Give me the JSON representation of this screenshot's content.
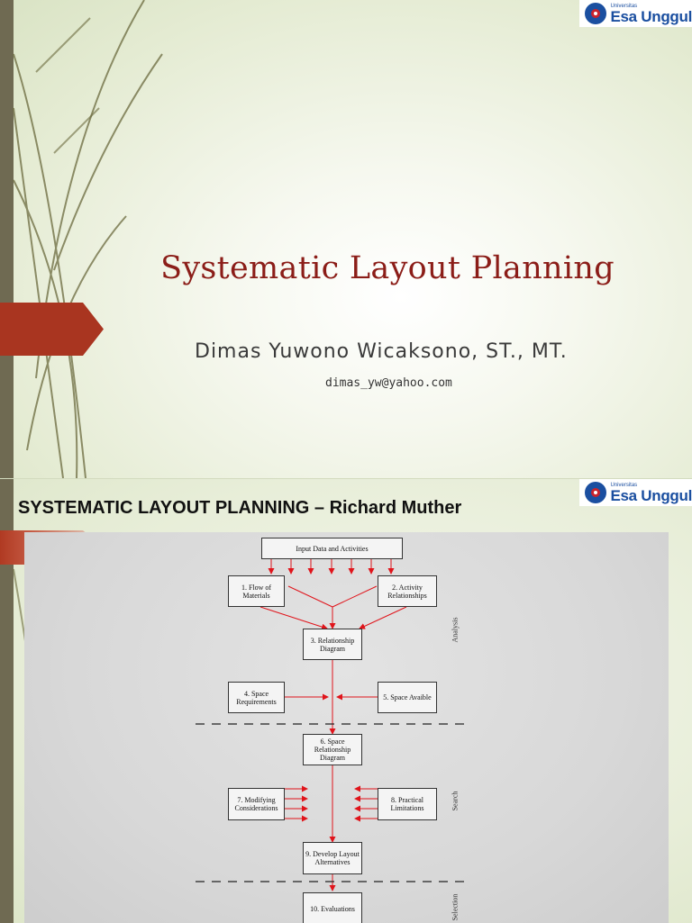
{
  "slide1": {
    "title": "Systematic Layout Planning",
    "author": "Dimas Yuwono Wicaksono, ST., MT.",
    "email": "dimas_yw@yahoo.com"
  },
  "slide2": {
    "title": "SYSTEMATIC LAYOUT PLANNING – Richard Muther"
  },
  "logo": {
    "small": "Universitas",
    "name": "Esa Unggul"
  },
  "colors": {
    "accent_red": "#a93520",
    "sidebar": "#6f6a52",
    "title_red": "#8b1d18",
    "flow_arrow": "#e0141b"
  },
  "flowchart": {
    "input": "Input Data and Activities",
    "flow_of_materials": "1. Flow of\nMaterials",
    "activity_relationships": "2. Activity\nRelationships",
    "relationship_diagram": "3. Relationship\nDiagram",
    "space_requirements": "4. Space\nRequirements",
    "space_avaible": "5. Space Avaible",
    "space_relationship_diagram": "6. Space\nRelationship\nDiagram",
    "modifying_considerations": "7. Modifying\nConsiderations",
    "practical_limitations": "8. Practical\nLimitations",
    "develop_layout": "9. Develop Layout\nAlternatives",
    "evaluations": "10. Evaluations",
    "phase_analysis": "Analysis",
    "phase_search": "Search",
    "phase_selection": "Selection"
  }
}
